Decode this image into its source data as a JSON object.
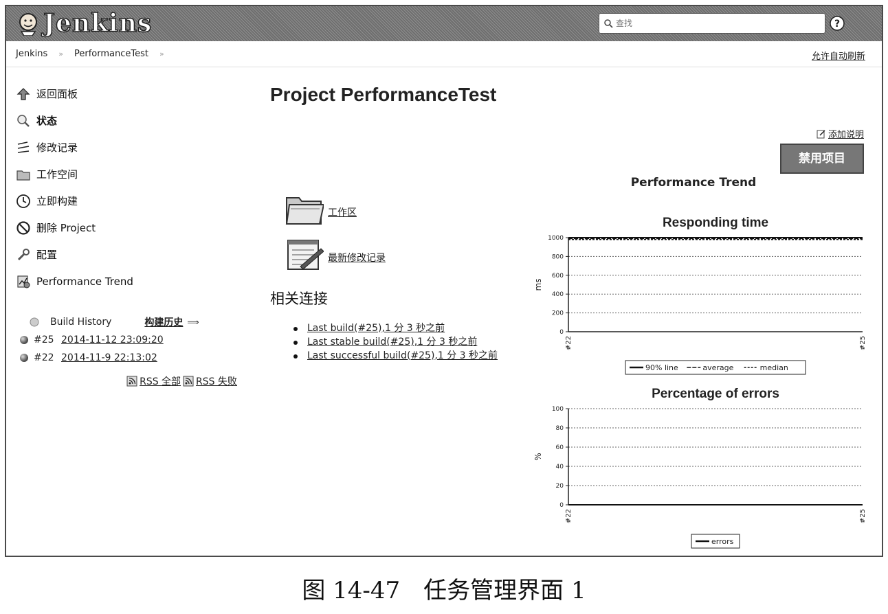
{
  "header": {
    "app_name": "Jenkins",
    "search_placeholder": "查找",
    "help_icon": "help-icon"
  },
  "breadcrumb": {
    "items": [
      "Jenkins",
      "PerformanceTest"
    ],
    "separator": "»",
    "auto_refresh": "允许自动刷新"
  },
  "sidebar": {
    "tasks": [
      {
        "label": "返回面板",
        "icon": "up-arrow-icon"
      },
      {
        "label": "状态",
        "icon": "search-icon"
      },
      {
        "label": "修改记录",
        "icon": "notepad-icon"
      },
      {
        "label": "工作空间",
        "icon": "folder-icon"
      },
      {
        "label": "立即构建",
        "icon": "clock-icon"
      },
      {
        "label": "删除 Project",
        "icon": "no-entry-icon"
      },
      {
        "label": "配置",
        "icon": "wrench-icon"
      },
      {
        "label": "Performance Trend",
        "icon": "graph-icon"
      }
    ],
    "build_history": {
      "title": "Build History",
      "trend_link": "构建历史",
      "trend_arrow": "⟹",
      "builds": [
        {
          "number": "#25",
          "date": "2014-11-12 23:09:20"
        },
        {
          "number": "#22",
          "date": "2014-11-9 22:13:02"
        }
      ],
      "rss_all": "RSS 全部",
      "rss_failed": "RSS 失败"
    }
  },
  "main": {
    "title": "Project PerformanceTest",
    "add_description": "添加说明",
    "disable_button": "禁用项目",
    "links": [
      {
        "label": "工作区",
        "icon": "folder-icon"
      },
      {
        "label": "最新修改记录",
        "icon": "notepad-icon"
      }
    ],
    "related_heading": "相关连接",
    "related_links": [
      "Last build(#25),1 分 3 秒之前",
      "Last stable build(#25),1 分 3 秒之前",
      "Last successful build(#25),1 分 3 秒之前"
    ],
    "trend_title": "Performance Trend"
  },
  "chart_data": [
    {
      "type": "line",
      "title": "Responding time",
      "xlabel": "",
      "ylabel": "ms",
      "x": [
        "#22",
        "#25"
      ],
      "ylim": [
        0,
        1000
      ],
      "yticks": [
        0,
        200,
        400,
        600,
        800,
        1000
      ],
      "grid": true,
      "legend": "bottom",
      "series": [
        {
          "name": "90% line",
          "values": [
            1000,
            1000
          ]
        },
        {
          "name": "average",
          "values": [
            990,
            990
          ]
        },
        {
          "name": "median",
          "values": [
            980,
            980
          ]
        }
      ]
    },
    {
      "type": "line",
      "title": "Percentage of errors",
      "xlabel": "",
      "ylabel": "%",
      "x": [
        "#22",
        "#25"
      ],
      "ylim": [
        0,
        100
      ],
      "yticks": [
        0,
        20,
        40,
        60,
        80,
        100
      ],
      "grid": true,
      "legend": "bottom",
      "series": [
        {
          "name": "errors",
          "values": [
            0,
            0
          ]
        }
      ]
    }
  ],
  "caption": "图 14-47　任务管理界面 1",
  "colors": {
    "header_bg": "#7a7a7a",
    "button_bg": "#777777",
    "line": "#111111"
  }
}
